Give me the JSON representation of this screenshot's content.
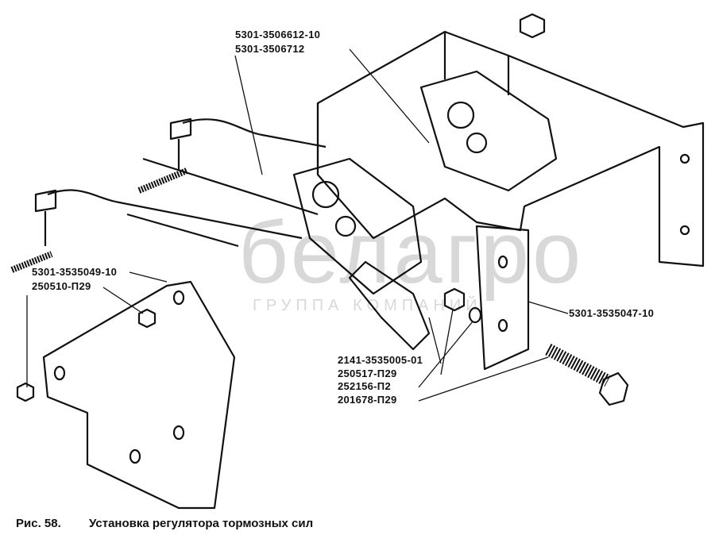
{
  "watermark": {
    "brand": "белагро",
    "subtitle": "ГРУППА КОМПАНИЙ"
  },
  "labels": {
    "regulator_a": "5301-3506612-10",
    "regulator_b": "5301-3506712",
    "link": "5301-3535049-10",
    "nut_left": "250510-П29",
    "bracket": "5301-3535047-10",
    "valve": "2141-3535005-01",
    "nut": "250517-П29",
    "washer": "252156-П2",
    "bolt": "201678-П29"
  },
  "caption": {
    "number": "Рис. 58.",
    "title": "Установка регулятора тормозных сил"
  }
}
